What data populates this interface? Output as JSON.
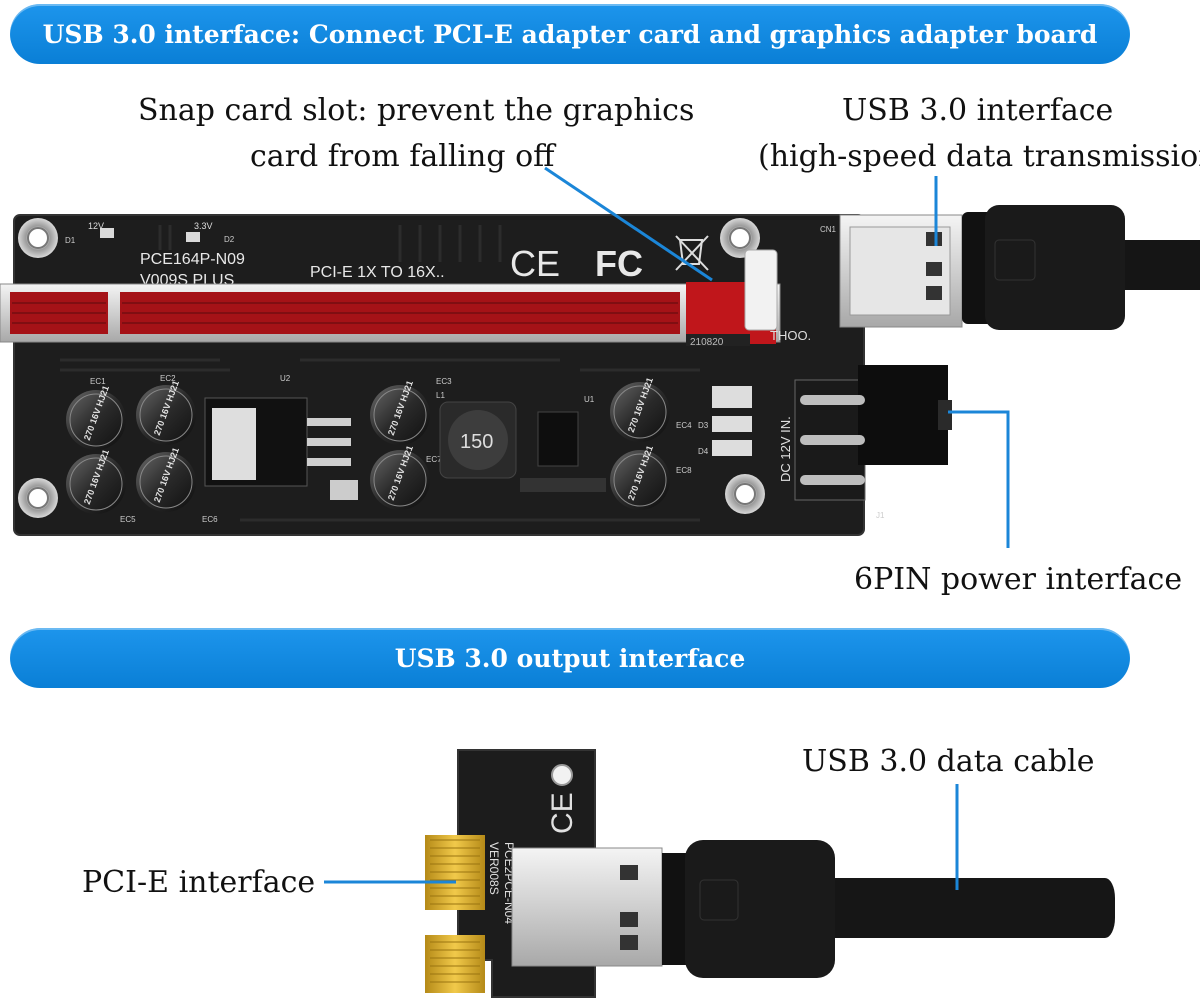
{
  "banners": {
    "top": "USB 3.0 interface: Connect PCI-E adapter card and graphics adapter board",
    "middle": "USB 3.0 output interface"
  },
  "callouts": {
    "snap_slot_line1": "Snap card slot: prevent the graphics",
    "snap_slot_line2": "card from falling off",
    "usb_interface_line1": "USB 3.0 interface",
    "usb_interface_line2": "(high-speed data transmission)",
    "power": "6PIN power interface",
    "cable": "USB 3.0 data cable",
    "pcie": "PCI-E interface"
  },
  "board_silkscreen": {
    "model": "PCE164P-N09",
    "version": "V009S PLUS",
    "slot_text": "PCI-E 1X TO 16X..",
    "voltage_12": "12V",
    "voltage_33": "3.3V",
    "dc_in": "DC 12V IN.",
    "inductor": "150",
    "capacitor": "270 16V HJ21",
    "ec1": "EC1",
    "ec2": "EC2",
    "ec3": "EC3",
    "ec4": "EC4",
    "ec5": "EC5",
    "ec6": "EC6",
    "ec7": "EC7",
    "ec8": "EC8",
    "u1": "U1",
    "u2": "U2",
    "j1": "J1",
    "cn1": "CN1",
    "l1": "L1",
    "d1": "D1",
    "d2": "D2",
    "d3": "D3",
    "d4": "D4",
    "brand": "THOO.",
    "date_code": "210820",
    "ce": "CE",
    "fc": "FC"
  },
  "small_board_silkscreen": {
    "model": "PCE2PCE-N04",
    "version": "VER008S",
    "ce": "CE"
  },
  "colors": {
    "banner": "#0a7fd6",
    "callout_line": "#1b86d8",
    "pcb": "#1c1c1c",
    "slot_red": "#c0161b"
  }
}
